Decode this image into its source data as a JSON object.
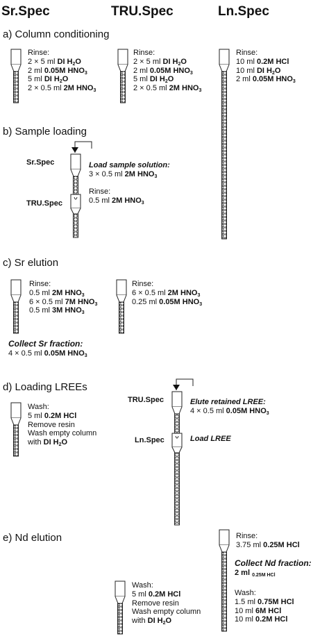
{
  "headers": [
    "Sr.Spec",
    "TRU.Spec",
    "Ln.Spec"
  ],
  "sections": {
    "a": "a) Column conditioning",
    "b": "b) Sample loading",
    "c": "c) Sr elution",
    "d": "d) Loading LREEs",
    "e": "e) Nd elution"
  },
  "a": {
    "sr_rinse": "Rinse:",
    "sr_lines": [
      [
        "2 × 5 ml ",
        "DI H",
        "2",
        "O"
      ],
      [
        "2 ml ",
        "0.05M HNO",
        "3",
        ""
      ],
      [
        "5 ml ",
        "DI H",
        "2",
        "O"
      ],
      [
        "2 × 0.5 ml ",
        "2M HNO",
        "3",
        ""
      ]
    ],
    "tru_rinse": "Rinse:",
    "tru_lines": [
      [
        "2 × 5 ml ",
        "DI H",
        "2",
        "O"
      ],
      [
        "2 ml ",
        "0.05M HNO",
        "3",
        ""
      ],
      [
        "5 ml ",
        "DI H",
        "2",
        "O"
      ],
      [
        "2 × 0.5 ml ",
        "2M HNO",
        "3",
        ""
      ]
    ],
    "ln_rinse": "Rinse:",
    "ln_lines": [
      [
        "10 ml ",
        "0.2M HCl",
        "",
        ""
      ],
      [
        "10 ml ",
        "DI H",
        "2",
        "O"
      ],
      [
        " 2 ml ",
        "0.05M HNO",
        "3",
        ""
      ]
    ]
  },
  "b": {
    "sr_label": "Sr.Spec",
    "tru_label": "TRU.Spec",
    "load_title": "Load sample solution:",
    "load_line": [
      "3 × 0.5 ml ",
      "2M HNO",
      "3",
      ""
    ],
    "rinse": "Rinse:",
    "rinse_line": [
      "0.5 ml ",
      "2M HNO",
      "3",
      ""
    ]
  },
  "c": {
    "sr_rinse": "Rinse:",
    "sr_lines": [
      [
        "0.5 ml ",
        "2M HNO",
        "3",
        ""
      ],
      [
        "6 × 0.5 ml ",
        "7M HNO",
        "3",
        ""
      ],
      [
        "0.5 ml ",
        "3M HNO",
        "3",
        ""
      ]
    ],
    "tru_rinse": "Rinse:",
    "tru_lines": [
      [
        "6 × 0.5 ml ",
        "2M HNO",
        "3",
        ""
      ],
      [
        "0.25 ml ",
        "0.05M HNO",
        "3",
        ""
      ]
    ],
    "collect_title": "Collect Sr fraction:",
    "collect_line": [
      "4 × 0.5 ml ",
      "0.05M HNO",
      "3",
      ""
    ]
  },
  "d": {
    "wash": "Wash:",
    "wash_lines": [
      [
        "5 ml ",
        "0.2M HCl",
        "",
        ""
      ],
      [
        "Remove resin",
        "",
        "",
        ""
      ],
      [
        "Wash empty column",
        "",
        "",
        ""
      ],
      [
        "with ",
        "DI H",
        "2",
        "O"
      ]
    ],
    "tru_label": "TRU.Spec",
    "ln_label": "Ln.Spec",
    "elute_title": "Elute retained LREE:",
    "elute_line": [
      "4 × 0.5 ml ",
      "0.05M HNO",
      "3",
      ""
    ],
    "load_title": "Load LREE"
  },
  "e": {
    "rinse": "Rinse:",
    "rinse_line": [
      "3.75 ml ",
      "0.25M HCl",
      "",
      ""
    ],
    "collect_title": "Collect Nd fraction:",
    "collect_line": [
      "2",
      " ml ",
      "0.25M HCl",
      ""
    ],
    "wash_right": "Wash:",
    "wash_right_lines": [
      [
        "1.5 ml ",
        "0.75M HCl",
        "",
        ""
      ],
      [
        "10 ml ",
        "6M HCl",
        "",
        ""
      ],
      [
        "10 ml ",
        "0.2M HCl",
        "",
        ""
      ]
    ],
    "wash_mid": "Wash:",
    "wash_mid_lines": [
      [
        "5 ml ",
        "0.2M HCl",
        "",
        ""
      ],
      [
        "Remove resin",
        "",
        "",
        ""
      ],
      [
        "Wash empty column",
        "",
        "",
        ""
      ],
      [
        "with ",
        "DI H",
        "2",
        "O"
      ]
    ]
  }
}
